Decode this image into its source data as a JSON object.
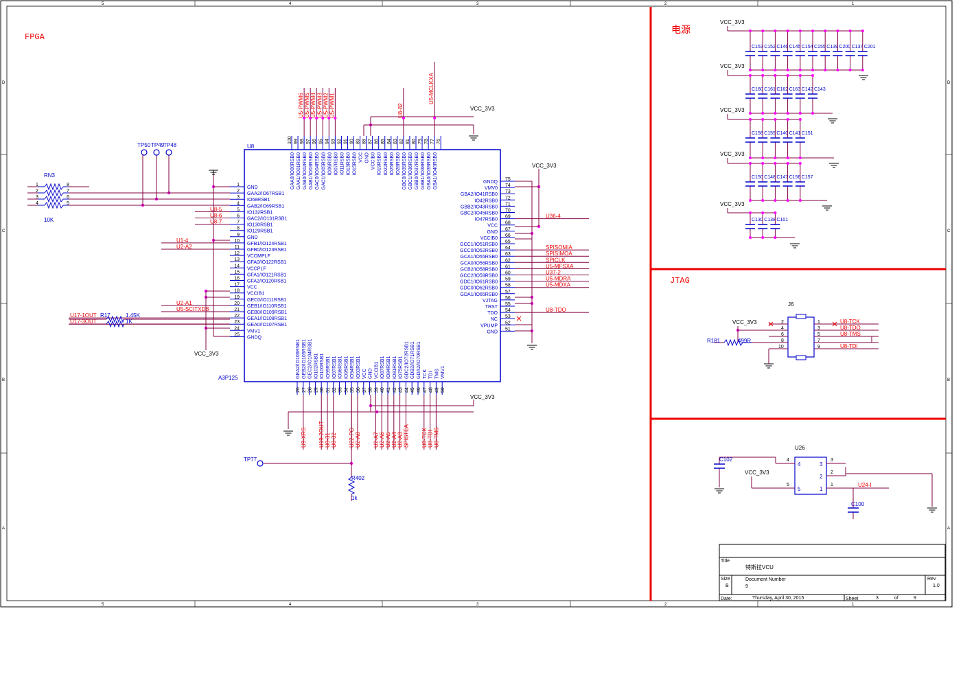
{
  "sections": {
    "fpga": "FPGA",
    "power": "电源",
    "jtag": "JTAG"
  },
  "border": {
    "cols": [
      "5",
      "4",
      "3",
      "2",
      "1"
    ],
    "rows": [
      "D",
      "C",
      "B",
      "A"
    ]
  },
  "chip": {
    "ref": "U8",
    "part": "A3P125",
    "left": [
      [
        "1",
        "GND"
      ],
      [
        "2",
        "GAA2/IO67RSB1"
      ],
      [
        "3",
        "IO68RSB1"
      ],
      [
        "4",
        "GAB2/IO69RSB1"
      ],
      [
        "5",
        "IO132RSB1"
      ],
      [
        "6",
        "GAC2/IO131RSB1"
      ],
      [
        "7",
        "IO130RSB1"
      ],
      [
        "8",
        "IO129RSB1"
      ],
      [
        "9",
        "GND"
      ],
      [
        "10",
        "GFB1/IO124RSB1"
      ],
      [
        "11",
        "GFB0/IO123RSB1"
      ],
      [
        "12",
        "VCOMPLF"
      ],
      [
        "13",
        "GFA0/IO122RSB1"
      ],
      [
        "14",
        "VCCPLF"
      ],
      [
        "15",
        "GFA1/IO121RSB1"
      ],
      [
        "16",
        "GFA2/IO120RSB1"
      ],
      [
        "17",
        "VCC"
      ],
      [
        "18",
        "VCCIB1"
      ],
      [
        "19",
        "GEC0/IO111RSB1"
      ],
      [
        "20",
        "GEB1/IO110RSB1"
      ],
      [
        "21",
        "GEB0/IO109RSB1"
      ],
      [
        "22",
        "GEA1/IO108RSB1"
      ],
      [
        "23",
        "GEA0/IO107RSB1"
      ],
      [
        "24",
        "VMV1"
      ],
      [
        "25",
        "GNDQ"
      ]
    ],
    "right": [
      [
        "75",
        "GNDQ"
      ],
      [
        "74",
        "VMV0"
      ],
      [
        "73",
        "GBA2/IO41RSB0"
      ],
      [
        "72",
        "IO42RSB0"
      ],
      [
        "71",
        "GBB2/IO43RSB0"
      ],
      [
        "70",
        "GBC2/IO45RSB0"
      ],
      [
        "69",
        "IO47RSB0"
      ],
      [
        "68",
        "VCC"
      ],
      [
        "67",
        "GND"
      ],
      [
        "66",
        "VCCIB0"
      ],
      [
        "65",
        "GCC1/IO51RSB0"
      ],
      [
        "64",
        "GCC0/IO52RSB0"
      ],
      [
        "63",
        "GCA1/IO55RSB0"
      ],
      [
        "62",
        "GCA0/IO56RSB0"
      ],
      [
        "61",
        "GCB2/IO58RSB0"
      ],
      [
        "60",
        "GCC2/IO59RSB0"
      ],
      [
        "59",
        "GDC1/IO61RSB0"
      ],
      [
        "58",
        "GDC0/IO62RSB0"
      ],
      [
        "57",
        "GDA1/IO65RSB0"
      ],
      [
        "56",
        "VJTAG"
      ],
      [
        "55",
        "TRST"
      ],
      [
        "54",
        "TDO"
      ],
      [
        "53",
        "NC"
      ],
      [
        "52",
        "VPUMP"
      ],
      [
        "51",
        "GND"
      ]
    ],
    "top": [
      [
        "100",
        "GAA0/IO00RSB0"
      ],
      [
        "99",
        "GAA1/IO01RSB0"
      ],
      [
        "98",
        "GAB0/IO02RSB0"
      ],
      [
        "97",
        "GAB1/IO03RSB0"
      ],
      [
        "96",
        "GAC0/IO04RSB0"
      ],
      [
        "95",
        "GAC1/IO05RSB0"
      ],
      [
        "94",
        "IO06RSB0"
      ],
      [
        "93",
        "IO07RSB0"
      ],
      [
        "92",
        "IO11RSB0"
      ],
      [
        "91",
        "IO13RSB0"
      ],
      [
        "90",
        "IO15RSB0"
      ],
      [
        "89",
        "VCC"
      ],
      [
        "88",
        "GND"
      ],
      [
        "87",
        "VCCIB0"
      ],
      [
        "86",
        "IO19RSB0"
      ],
      [
        "85",
        "IO22RSB0"
      ],
      [
        "84",
        "IO25RSB0"
      ],
      [
        "83",
        "IO28RSB0"
      ],
      [
        "82",
        "GBC0/IO35RSB0"
      ],
      [
        "81",
        "GBC1/IO36RSB0"
      ],
      [
        "80",
        "GBB0/IO37RSB0"
      ],
      [
        "79",
        "GBB1/IO38RSB0"
      ],
      [
        "78",
        "GBA0/IO39RSB0"
      ],
      [
        "77",
        "GBA1/IO40RSB0"
      ],
      [
        "76",
        ""
      ]
    ],
    "bottom": [
      [
        "26",
        "GEA2/IO106RSB1"
      ],
      [
        "27",
        "GEB2/IO105RSB1"
      ],
      [
        "28",
        "GEC2/IO104RSB1"
      ],
      [
        "29",
        "IO102RSB1"
      ],
      [
        "30",
        "IO100RSB1"
      ],
      [
        "31",
        "IO99RSB1"
      ],
      [
        "32",
        "IO97RSB1"
      ],
      [
        "33",
        "IO96RSB1"
      ],
      [
        "34",
        "IO95RSB1"
      ],
      [
        "35",
        "IO94RSB1"
      ],
      [
        "36",
        "IO93RSB1"
      ],
      [
        "37",
        "VCC"
      ],
      [
        "38",
        "GND"
      ],
      [
        "39",
        "VCCIB1"
      ],
      [
        "40",
        "IO87RSB1"
      ],
      [
        "41",
        "IO84RSB1"
      ],
      [
        "42",
        "IO81RSB1"
      ],
      [
        "43",
        "IO75RSB1"
      ],
      [
        "44",
        "GDC2/IO72RSB1"
      ],
      [
        "45",
        "GDB2/IO71RSB1"
      ],
      [
        "46",
        "GDA2/IO70RSB1"
      ],
      [
        "47",
        "TCK"
      ],
      [
        "48",
        "TDI"
      ],
      [
        "49",
        "TMS"
      ],
      [
        "50",
        "VMV1"
      ]
    ]
  },
  "nets": {
    "left": [
      {
        "pin": "5",
        "name": "U8-5"
      },
      {
        "pin": "6",
        "name": "U8-6"
      },
      {
        "pin": "7",
        "name": "U8-7"
      },
      {
        "pin": "10",
        "name": "U1-4"
      },
      {
        "pin": "11",
        "name": "U2-A2"
      },
      {
        "pin": "20",
        "name": "U2-A1"
      },
      {
        "pin": "21",
        "name": "U5-SCITXDB"
      },
      {
        "pin": "22",
        "name": "U17-1OUT"
      },
      {
        "pin": "23",
        "name": "U17-3OUT"
      }
    ],
    "right": [
      {
        "pin": "69",
        "name": "U36-4"
      },
      {
        "pin": "64",
        "name": "SPISOMIA"
      },
      {
        "pin": "63",
        "name": "SPISIMOA"
      },
      {
        "pin": "62",
        "name": "SPICLK"
      },
      {
        "pin": "61",
        "name": "U5-MFSXA"
      },
      {
        "pin": "60",
        "name": "U37-2"
      },
      {
        "pin": "59",
        "name": "U5-MDRA"
      },
      {
        "pin": "58",
        "name": "U5-MDXA"
      },
      {
        "pin": "54",
        "name": "U8-TDO"
      }
    ],
    "top": [
      {
        "pin": "98",
        "name": "U5-PWM6"
      },
      {
        "pin": "97",
        "name": "U5-PWM5"
      },
      {
        "pin": "96",
        "name": "U5-PWM4"
      },
      {
        "pin": "95",
        "name": "U5-PWM3"
      },
      {
        "pin": "94",
        "name": "U5-PWM2"
      },
      {
        "pin": "93",
        "name": "U5-PWM1"
      },
      {
        "pin": "82",
        "name": "U8-82"
      },
      {
        "pin": "77",
        "name": "U5-MCLKXA"
      }
    ],
    "bottom": [
      {
        "pin": "27",
        "name": "U9-XRS"
      },
      {
        "pin": "30",
        "name": "U19-2OUT"
      },
      {
        "pin": "31",
        "name": "U8-31"
      },
      {
        "pin": "32",
        "name": "U8-32"
      },
      {
        "pin": "35",
        "name": "U22-PG"
      },
      {
        "pin": "36",
        "name": "U2-A8"
      },
      {
        "pin": "39",
        "name": "U2-A7"
      },
      {
        "pin": "40",
        "name": "U2-A6"
      },
      {
        "pin": "41",
        "name": "U2-A5"
      },
      {
        "pin": "42",
        "name": "U2-A4"
      },
      {
        "pin": "43",
        "name": "U2-A3"
      },
      {
        "pin": "44",
        "name": "SPISTEA"
      },
      {
        "pin": "47",
        "name": "U8-TCK"
      },
      {
        "pin": "48",
        "name": "U8-TDI"
      },
      {
        "pin": "49",
        "name": "U8-TMS"
      }
    ]
  },
  "power_labels": {
    "top_vcc": "VCC_3V3",
    "right_vcc": "VCC_3V3",
    "bottom_vcc": "VCC_3V3",
    "left_vcc": "VCC_3V3"
  },
  "rn3": {
    "ref": "RN3",
    "value": "10K",
    "pins_left": [
      "1",
      "2",
      "3",
      "4"
    ],
    "pins_right": [
      "8",
      "7",
      "6",
      "5"
    ]
  },
  "r17": {
    "ref": "R17",
    "value": "1.45K"
  },
  "r_1k_label": "1K",
  "testpoints": [
    "TP50",
    "TP49",
    "TP48"
  ],
  "tp77": "TP77",
  "r402": {
    "ref": "R402",
    "value": "1k"
  },
  "caps": {
    "row1": [
      "C153",
      "C152",
      "C146",
      "C145",
      "C154",
      "C155",
      "C139",
      "C200",
      "C137",
      "C201"
    ],
    "row2": [
      "C160",
      "C161",
      "C162",
      "C163",
      "C142",
      "C143"
    ],
    "row3": [
      "C158",
      "C159",
      "C140",
      "C141",
      "C151"
    ],
    "row4": [
      "C150",
      "C148",
      "C147",
      "C156",
      "C157"
    ],
    "row5": [
      "C130",
      "C138",
      "C101"
    ],
    "vcc": "VCC_3V3"
  },
  "j6": {
    "ref": "J6",
    "left_pins": [
      "2",
      "4",
      "6",
      "8",
      "10"
    ],
    "right_pins": [
      "1",
      "3",
      "5",
      "7",
      "9"
    ],
    "nets": [
      "U8-TCK",
      "U8-TDO",
      "U8-TMS",
      "U8-TDI"
    ],
    "vcc": "VCC_3V3",
    "r181": "R181",
    "r181_val": "499R"
  },
  "u26": {
    "ref": "U26",
    "c102": "C102",
    "c100": "C100",
    "vcc": "VCC_3V3",
    "net": "U24-I",
    "pins_outer": [
      "4",
      "3",
      "2",
      "5",
      "1"
    ],
    "pins_inner": [
      "4",
      "3",
      "2",
      "5",
      "1"
    ]
  },
  "title_block": {
    "title_label": "Title",
    "title": "特斯拉VCU",
    "size_label": "Size",
    "size": "B",
    "doc_label": "Document Number",
    "doc": "9",
    "rev_label": "Rev",
    "rev": "1.0",
    "date_label": "Date:",
    "date": "Thursday, April 30, 2015",
    "sheet_label": "Sheet",
    "sheet": "3",
    "of_label": "of",
    "of": "9"
  }
}
